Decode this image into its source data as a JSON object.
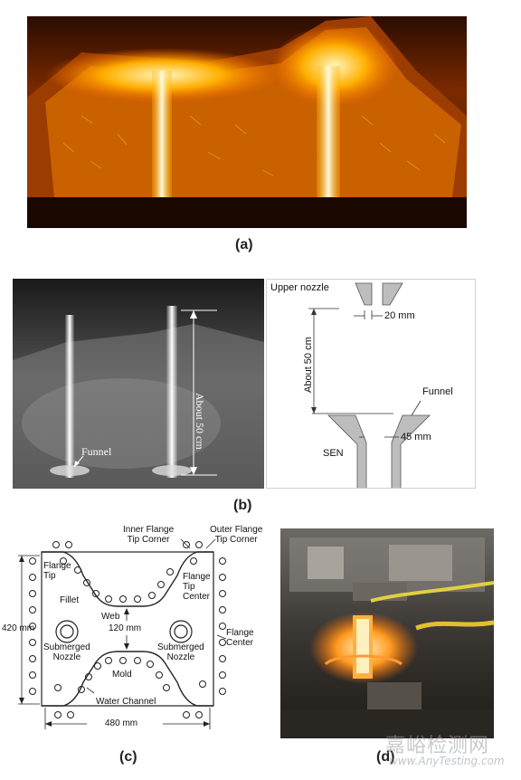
{
  "captions": {
    "a": "(a)",
    "b": "(b)",
    "c": "(c)",
    "d": "(d)"
  },
  "panel_b": {
    "photo": {
      "about": "About 50 cm",
      "funnel": "Funnel"
    },
    "schematic": {
      "upper_nozzle": "Upper nozzle",
      "gap": "20 mm",
      "about": "About 50 cm",
      "funnel": "Funnel",
      "sen": "SEN",
      "width": "45 mm"
    }
  },
  "panel_c": {
    "inner_flange_tip_corner": "Inner Flange\nTip Corner",
    "outer_flange_tip_corner": "Outer Flange\nTip Corner",
    "flange_tip": "Flange\nTip",
    "flange_tip_center": "Flange\nTip\nCenter",
    "fillet": "Fillet",
    "web": "Web",
    "web_gap": "120 mm",
    "height": "420 mm",
    "flange_center": "Flange\nCenter",
    "submerged_nozzle_left": "Submerged\nNozzle",
    "submerged_nozzle_right": "Submerged\nNozzle",
    "mold": "Mold",
    "water_channel": "Water Channel",
    "width": "480 mm"
  },
  "watermark": {
    "cn": "嘉峪检测网",
    "en": "www.AnyTesting.com"
  }
}
